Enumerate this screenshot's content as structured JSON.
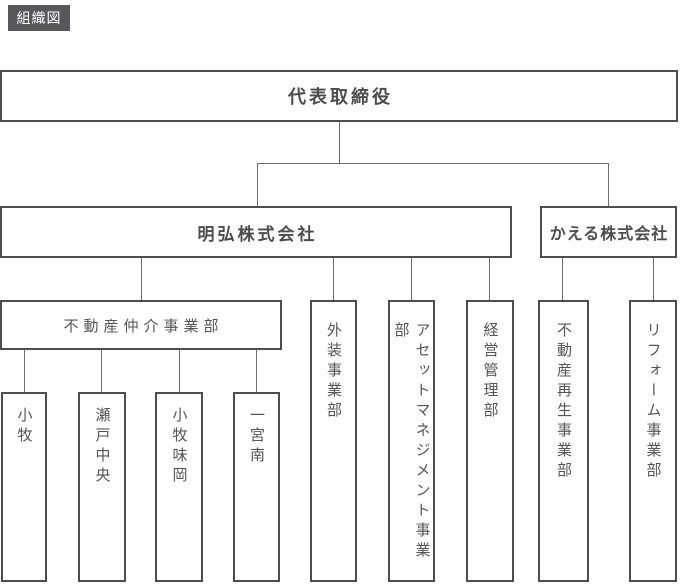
{
  "page": {
    "badge": "組織図"
  },
  "colors": {
    "background": "#ffffff",
    "box_border": "#4d4d4d",
    "text": "#4d4d4d",
    "text_regular": "#555555",
    "connector_line": "#6e6e6e",
    "badge_background": "#58585a",
    "badge_text": "#ffffff"
  },
  "org": {
    "root": {
      "label": "代表取締役"
    },
    "companies": [
      {
        "label": "明弘株式会社"
      },
      {
        "label": "かえる株式会社"
      }
    ],
    "meiko_divisions": [
      {
        "label": "不動産仲介事業部"
      },
      {
        "label": "外装事業部"
      },
      {
        "label": "アセットマネジメント事業部"
      },
      {
        "label": "経営管理部"
      }
    ],
    "brokerage_branches": [
      {
        "label": "小牧"
      },
      {
        "label": "瀬戸中央"
      },
      {
        "label": "小牧味岡"
      },
      {
        "label": "一宮南"
      }
    ],
    "kaeru_divisions": [
      {
        "label": "不動産再生事業部"
      },
      {
        "label": "リフォーム事業部"
      }
    ]
  }
}
